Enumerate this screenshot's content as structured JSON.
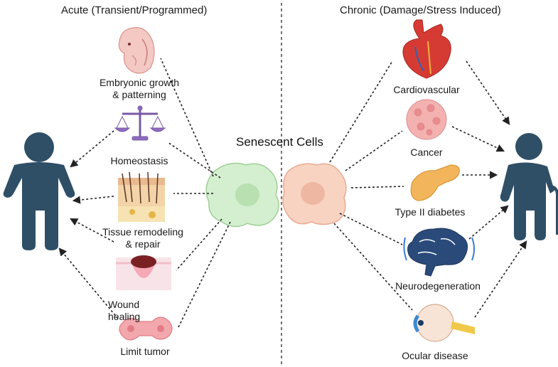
{
  "headers": {
    "acute": "Acute (Transient/Programmed)",
    "chronic": "Chronic (Damage/Stress Induced)"
  },
  "center_title": "Senescent Cells",
  "acute_items": [
    {
      "label_line1": "Embryonic growth",
      "label_line2": "& patterning",
      "icon": "embryo-icon"
    },
    {
      "label_line1": "Homeostasis",
      "label_line2": "",
      "icon": "balance-scale-icon"
    },
    {
      "label_line1": "Tissue remodeling",
      "label_line2": "& repair",
      "icon": "skin-tissue-icon"
    },
    {
      "label_line1": "Wound",
      "label_line2": "healing",
      "icon": "wound-icon"
    },
    {
      "label_line1": "Limit tumor",
      "label_line2": "",
      "icon": "dividing-cell-icon"
    }
  ],
  "chronic_items": [
    {
      "label": "Cardiovascular",
      "icon": "heart-icon"
    },
    {
      "label": "Cancer",
      "icon": "tumor-cells-icon"
    },
    {
      "label": "Type II diabetes",
      "icon": "pancreas-icon"
    },
    {
      "label": "Neurodegeneration",
      "icon": "brain-icon"
    },
    {
      "label": "Ocular disease",
      "icon": "eye-icon"
    }
  ],
  "figures": {
    "young": "young-person-icon",
    "old": "elderly-person-with-cane-icon"
  },
  "colors": {
    "person": "#2f4f67",
    "healthy_cell": "#cdeec8",
    "senescent_cell": "#f6cbb8",
    "arrow": "#222222",
    "divider": "#444444"
  }
}
